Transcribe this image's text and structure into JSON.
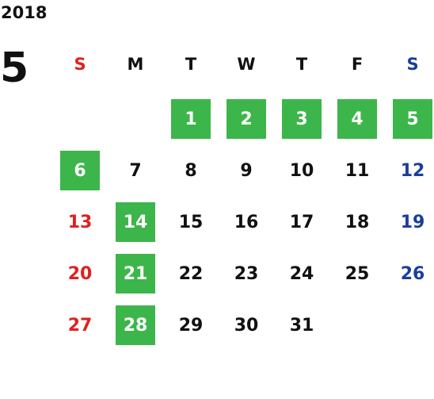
{
  "calendar": {
    "year": "2018",
    "month": "5",
    "weekdays": [
      "S",
      "M",
      "T",
      "W",
      "T",
      "F",
      "S"
    ],
    "highlight_color": "#3cb64a",
    "sunday_color": "#e02020",
    "saturday_color": "#1a3e9c",
    "weeks": [
      [
        "",
        "",
        "1",
        "2",
        "3",
        "4",
        "5"
      ],
      [
        "6",
        "7",
        "8",
        "9",
        "10",
        "11",
        "12"
      ],
      [
        "13",
        "14",
        "15",
        "16",
        "17",
        "18",
        "19"
      ],
      [
        "20",
        "21",
        "22",
        "23",
        "24",
        "25",
        "26"
      ],
      [
        "27",
        "28",
        "29",
        "30",
        "31",
        "",
        ""
      ]
    ],
    "highlighted_days": [
      "1",
      "2",
      "3",
      "4",
      "5",
      "6",
      "14",
      "21",
      "28"
    ]
  }
}
